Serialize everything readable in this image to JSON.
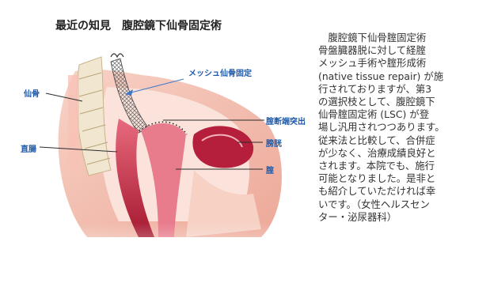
{
  "title": {
    "part1": "最近の知見",
    "part2": "腹腔鏡下仙骨固定術"
  },
  "body_text": "　腹腔鏡下仙骨腟固定術\n骨盤臓器脱に対して経腟\nメッシュ手術や腟形成術\n(native tissue repair) が施\n行されておりますが、第3\nの選択枝として、腹腔鏡下\n仙骨腟固定術 (LSC) が登\n場し汎用されつつあります。\n従来法と比較して、合併症\nが少なく、治療成績良好と\nされます。本院でも、施行\n可能となりました。是非と\nも紹介していただければ幸\nいです。（女性ヘルスセン\nター・泌尿器科）",
  "labels": {
    "mesh": "メッシュ仙骨固定",
    "sacrum": "仙骨",
    "vault": "腟断端突出",
    "bladder": "膀胱",
    "rectum": "直腸",
    "vagina": "腟"
  },
  "colors": {
    "label_blue": "#1f5aa8",
    "tissue_pink": "#f2b7ad",
    "dark_red": "#b31f3a",
    "bone": "#f1e7d0"
  }
}
